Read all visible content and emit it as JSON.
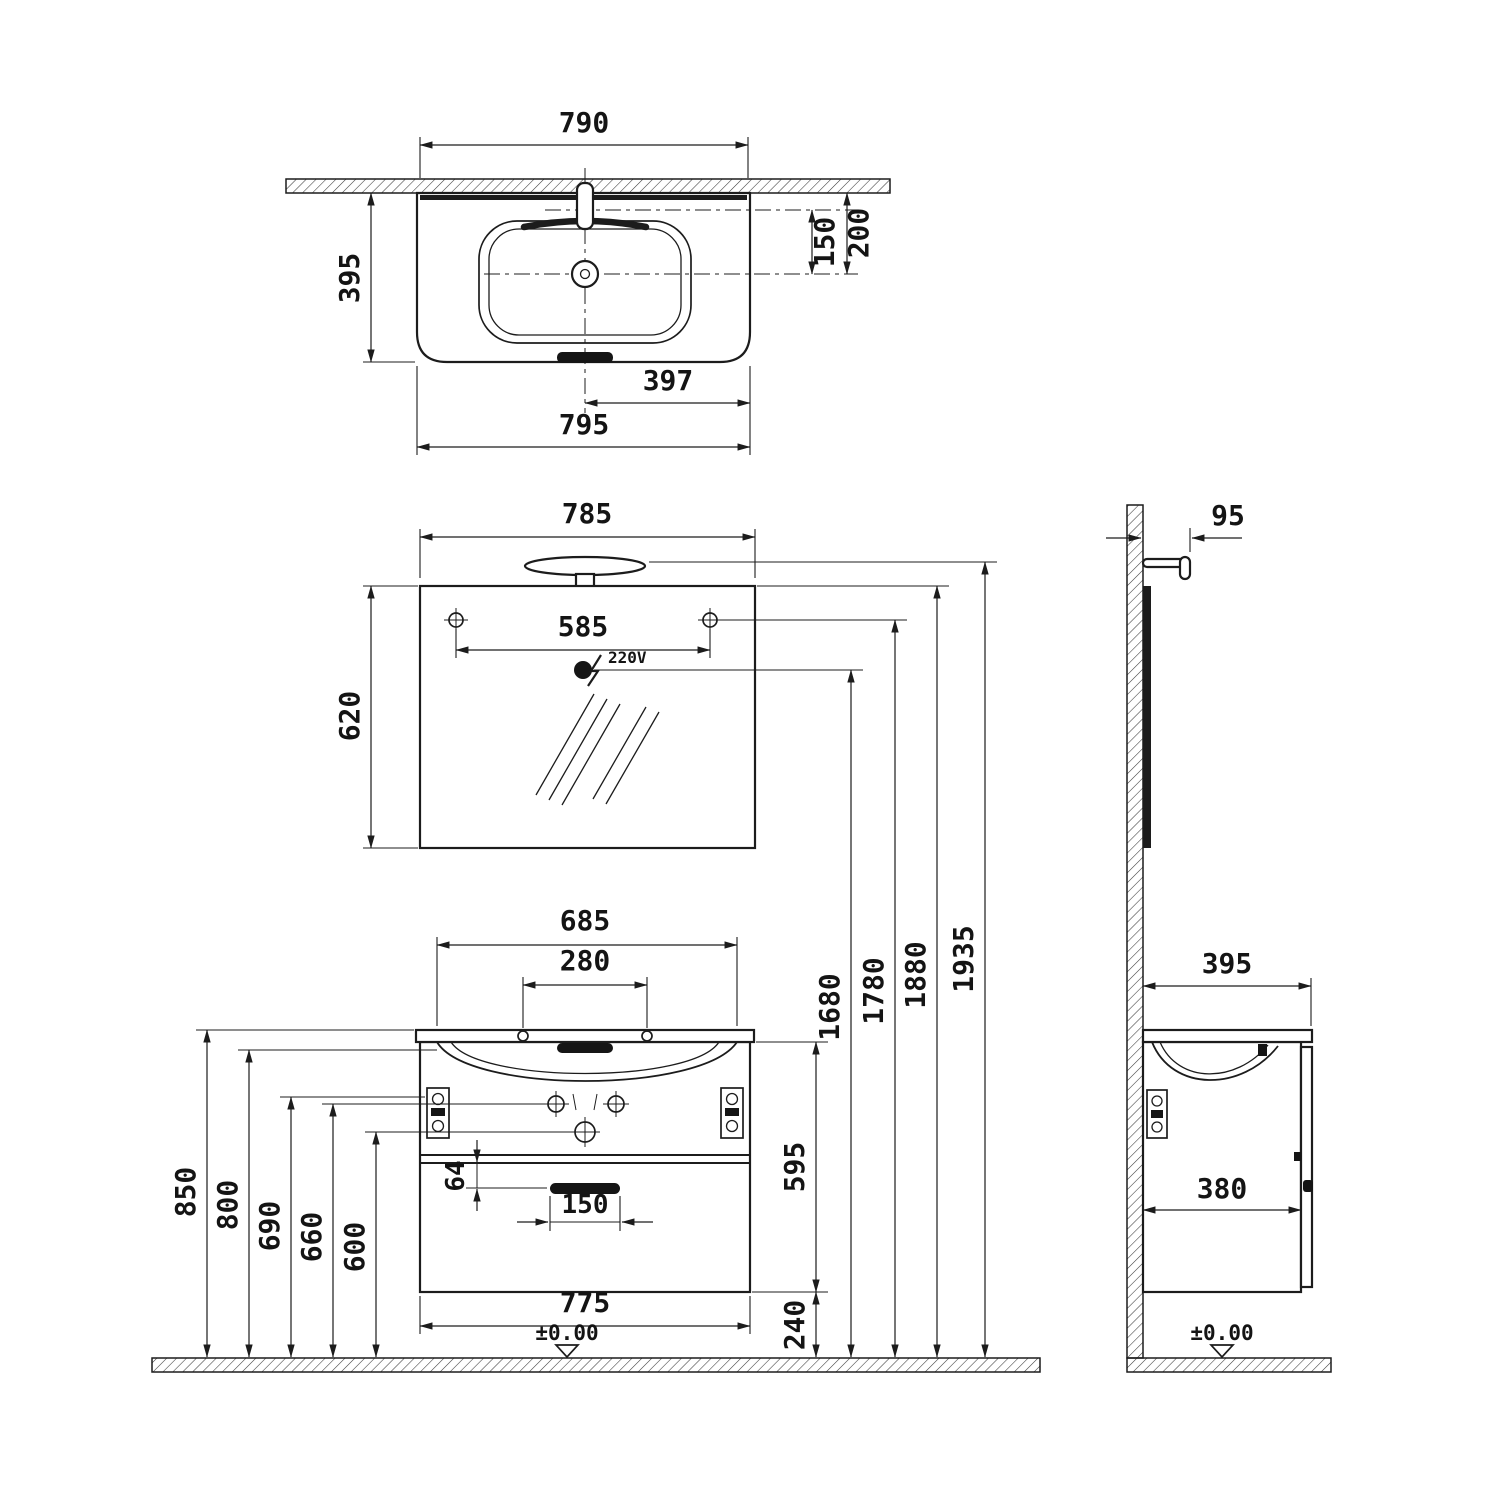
{
  "views": {
    "basin_top": {
      "dim_width_outer": "790",
      "dim_depth": "395",
      "dim_faucet_drain": "150",
      "dim_edge_drain": "200",
      "dim_drain_to_side": "397",
      "dim_width_total": "795"
    },
    "mirror_front": {
      "dim_width": "785",
      "dim_screw_spacing": "585",
      "dim_height": "620",
      "outlet_label": "220V"
    },
    "mirror_side": {
      "dim_depth": "95"
    },
    "installation_heights": {
      "dim_outlet_height": "1680",
      "dim_screw_height": "1780",
      "dim_mirror_top_height": "1880",
      "dim_total_height": "1935"
    },
    "vanity_front": {
      "dim_basin_width": "685",
      "dim_tap_hole_spacing": "280",
      "dim_handle_drop": "64",
      "dim_handle_width": "150",
      "dim_cabinet_height": "595",
      "dim_cabinet_width": "775",
      "dim_floor_clearance": "240",
      "dim_worktop_height": "850",
      "dim_rim_height": "800",
      "dim_bracket_height": "690",
      "dim_fixing_height": "660",
      "dim_drain_height": "600",
      "level_label": "±0.00"
    },
    "vanity_side": {
      "dim_depth": "395",
      "dim_cabinet_depth": "380",
      "level_label": "±0.00"
    }
  }
}
